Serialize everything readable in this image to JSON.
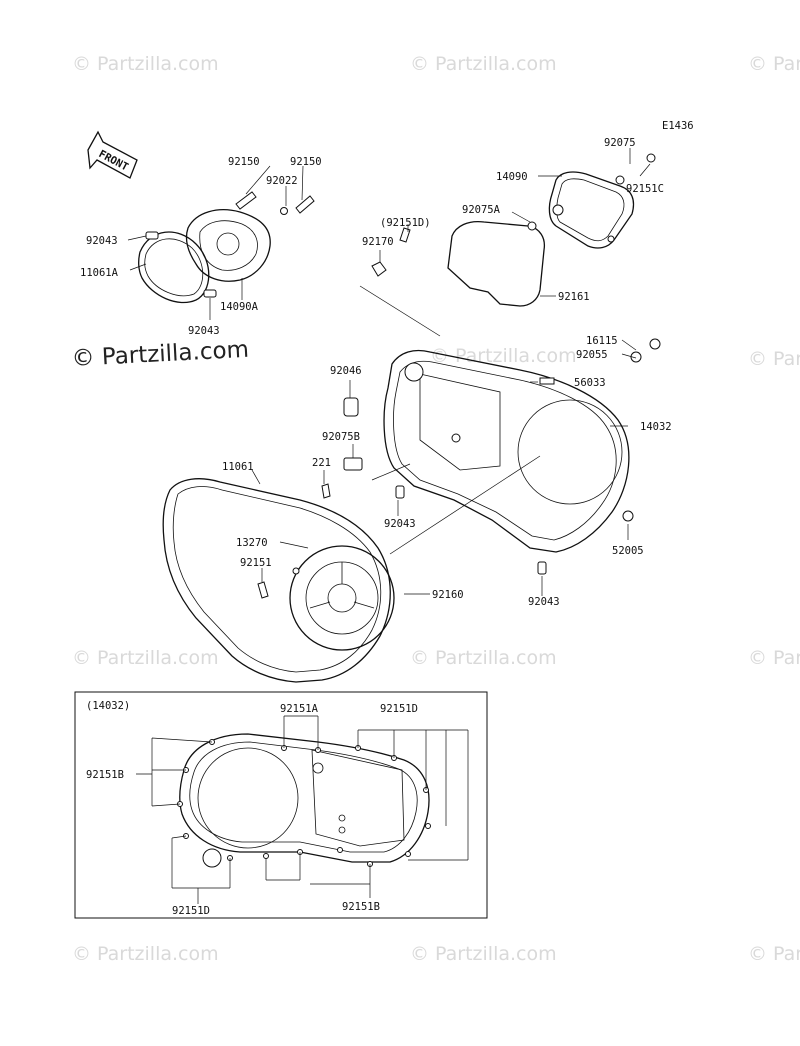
{
  "diagram_code": "E1436",
  "front_label": "FRONT",
  "watermarks": [
    "© Partzilla.com",
    "© Partzilla.com",
    "© Partzilla.com",
    "© Partzilla.com",
    "© Partzilla.com",
    "© Partzilla.com",
    "© Partzilla.com",
    "© Partzilla.com",
    "© Partzilla.com",
    "© Partzilla.com",
    "© Partzilla.com"
  ],
  "main_watermark": "© Partzilla.com",
  "labels": {
    "p92150a": "92150",
    "p92150b": "92150",
    "p92022": "92022",
    "p92043a": "92043",
    "p11061a": "11061A",
    "p14090a": "14090A",
    "p92043b": "92043",
    "p92075": "92075",
    "p14090": "14090",
    "p92151c": "92151C",
    "p92075a": "92075A",
    "p92151d_paren": "(92151D)",
    "p92170": "92170",
    "p92161": "92161",
    "p16115": "16115",
    "p92055": "92055",
    "p92046": "92046",
    "p56033": "56033",
    "p14032": "14032",
    "p92075b": "92075B",
    "p221": "221",
    "p11061": "11061",
    "p92043c": "92043",
    "p13270": "13270",
    "p92151": "92151",
    "p92160": "92160",
    "p52005": "52005",
    "p92043d": "92043"
  },
  "inset": {
    "title": "(14032)",
    "labels": {
      "i92151a": "92151A",
      "i92151d_top": "92151D",
      "i92151b_left": "92151B",
      "i92151d_bottom": "92151D",
      "i92151b_bottom": "92151B"
    }
  }
}
